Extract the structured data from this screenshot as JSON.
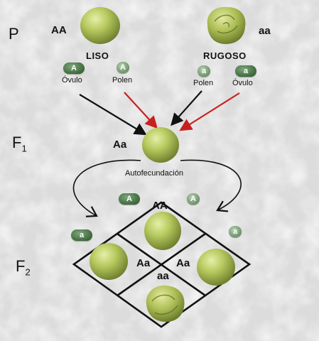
{
  "generations": {
    "p": "P",
    "f1": "F",
    "f1_sub": "1",
    "f2": "F",
    "f2_sub": "2"
  },
  "parents": {
    "left": {
      "genotype": "AA",
      "phenotype": "LISO"
    },
    "right": {
      "genotype": "aa",
      "phenotype": "RUGOSO"
    }
  },
  "gametes": {
    "p_left_ovule": {
      "allele": "A",
      "label": "Óvulo"
    },
    "p_left_pollen": {
      "allele": "A",
      "label": "Polen"
    },
    "p_right_pollen": {
      "allele": "a",
      "label": "Polen"
    },
    "p_right_ovule": {
      "allele": "a",
      "label": "Óvulo"
    }
  },
  "f1": {
    "genotype": "Aa",
    "process": "Autofecundación"
  },
  "f2_gametes": {
    "top_left": "A",
    "top_right": "A",
    "left": "a",
    "right": "a"
  },
  "punnett": {
    "top": "AA",
    "left": "Aa",
    "right": "Aa",
    "bottom": "aa"
  },
  "colors": {
    "black_arrow": "#111111",
    "red_arrow": "#c8201e",
    "pea": "#a9bd4f"
  }
}
